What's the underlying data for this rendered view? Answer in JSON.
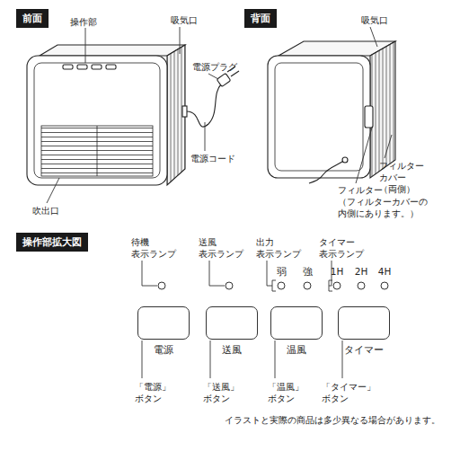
{
  "diagram": {
    "nodes": [
      {
        "text": [
          "前面"
        ]
      },
      {
        "text": [
          "背面"
        ]
      },
      {
        "text": [
          "操作部拡大図"
        ]
      },
      {
        "text": [
          "電源"
        ]
      },
      {
        "text": [
          "送風"
        ]
      },
      {
        "text": [
          "温風"
        ]
      },
      {
        "text": [
          "タイマー"
        ]
      }
    ],
    "labels": [
      "操作部",
      "吸気口",
      "電源プラグ",
      "電源コード",
      "吹出口",
      "吸気口",
      "フィルター カバー（両側）",
      "フィルター （フィルターカバーの 内側にあります。）",
      "待機 表示ランプ",
      "送風 表示ランプ",
      "出力 表示ランプ",
      "タイマー 表示ランプ",
      "弱",
      "強",
      "1H",
      "2H",
      "4H",
      "「電源」 ボタン",
      "「送風」 ボタン",
      "「温風」 ボタン",
      "「タイマー」 ボタン",
      "イラストと実際の商品は多少異なる場合があります。"
    ]
  }
}
